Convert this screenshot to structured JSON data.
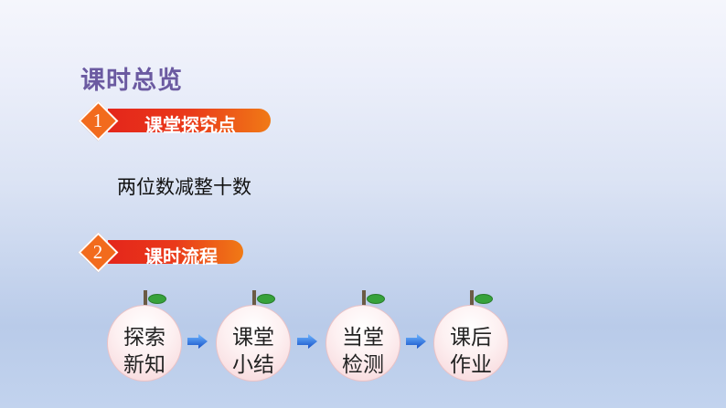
{
  "page_title": "课时总览",
  "sections": [
    {
      "number": "1",
      "label": "课堂探究点"
    },
    {
      "number": "2",
      "label": "课时流程"
    }
  ],
  "topic": "两位数减整十数",
  "flow_steps": [
    {
      "line1": "探索",
      "line2": "新知"
    },
    {
      "line1": "课堂",
      "line2": "小结"
    },
    {
      "line1": "当堂",
      "line2": "检测"
    },
    {
      "line1": "课后",
      "line2": "作业"
    }
  ],
  "colors": {
    "title": "#6b5aa1",
    "banner_start": "#e4261b",
    "banner_end": "#f07a16",
    "diamond": "#f26b1d",
    "arrow": "#1f6fd6",
    "leaf": "#37a23b"
  }
}
